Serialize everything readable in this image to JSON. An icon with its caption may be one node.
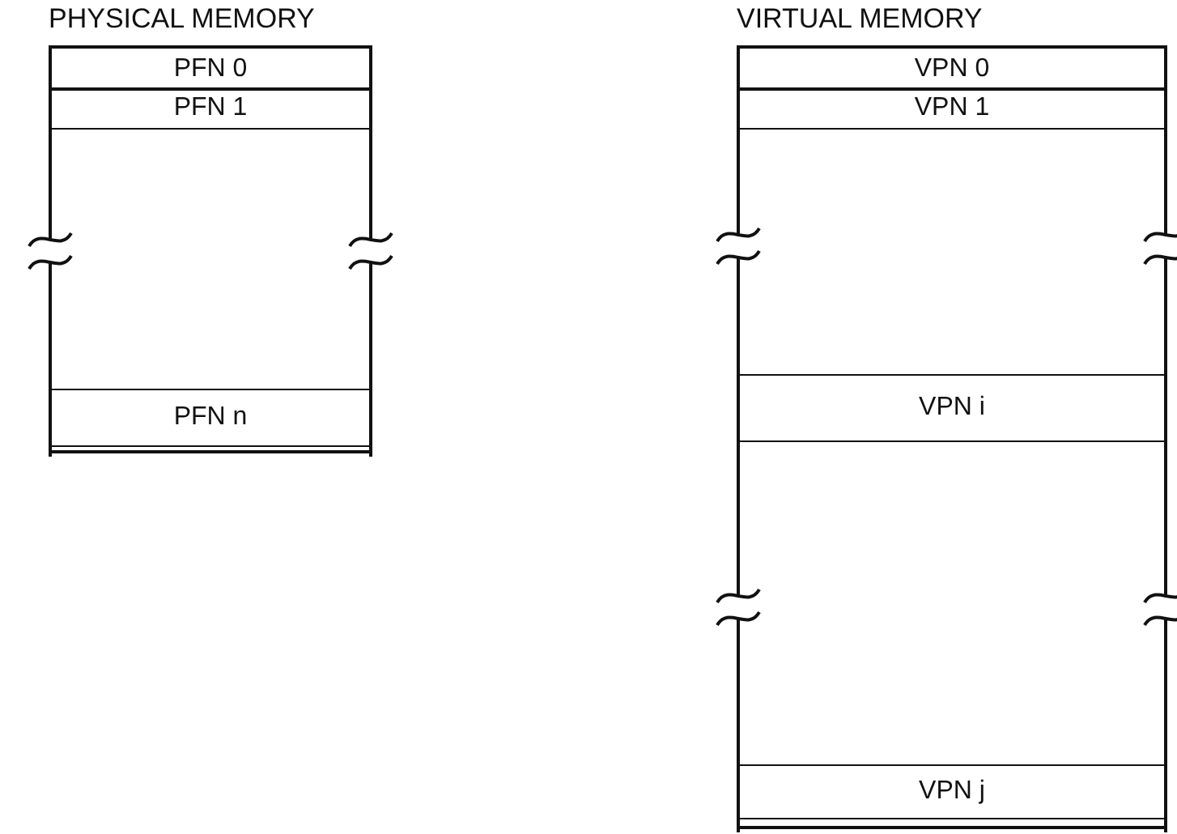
{
  "diagram": {
    "nodes": [
      {
        "text": [
          "PHYSICAL MEMORY"
        ]
      },
      {
        "text": [
          "PFN 0"
        ],
        "in": 0
      },
      {
        "text": [
          "PFN 1"
        ],
        "in": 0
      },
      {
        "text": [
          "PFN n"
        ],
        "in": 0
      },
      {
        "text": [
          "VIRTUAL MEMORY"
        ]
      },
      {
        "text": [
          "VPN 0"
        ],
        "in": 4
      },
      {
        "text": [
          "VPN 1"
        ],
        "in": 4
      },
      {
        "text": [
          "VPN i"
        ],
        "in": 4
      },
      {
        "text": [
          "VPN j"
        ],
        "in": 4
      }
    ]
  }
}
